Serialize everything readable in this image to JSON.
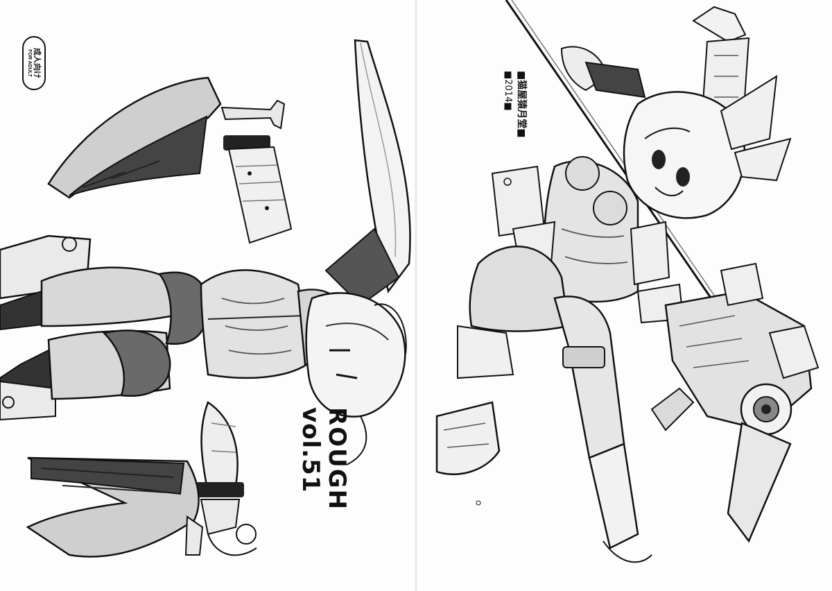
{
  "badge": {
    "text_jp": "成人向け",
    "text_en": "FOR ADULT"
  },
  "title": {
    "main": "ROUGH",
    "volume": "vol.51"
  },
  "circle": {
    "name": "■猫屋猿月堂■",
    "year": "■2014■"
  },
  "illustrations": {
    "left": "warrior-with-twin-blades",
    "right": "girl-with-bow-and-mecha-weapon"
  }
}
